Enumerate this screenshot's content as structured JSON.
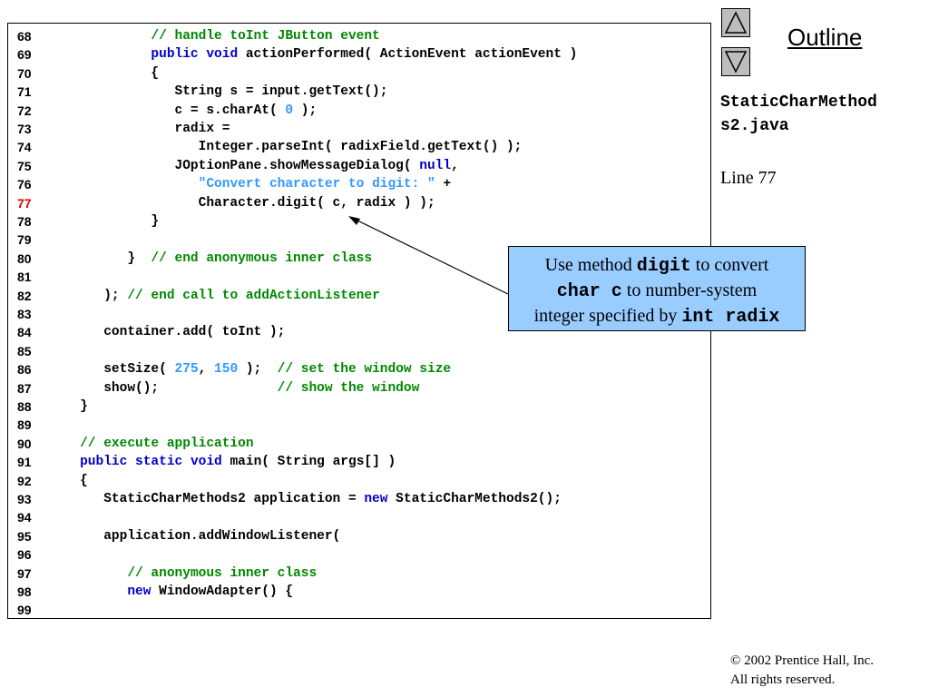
{
  "outline_label": "Outline",
  "file_name_line1": "StaticCharMethod",
  "file_name_line2": "s2.java",
  "line_ref": "Line 77",
  "highlight_line": "77",
  "callout": {
    "p1": "Use method ",
    "digit": "digit",
    "p2": " to convert",
    "char_c": "char c",
    "p3": " to number-system",
    "p4": "integer specified by ",
    "int_radix": "int radix"
  },
  "copyright": {
    "symbol": "©",
    "line1": " 2002 Prentice Hall, Inc.",
    "line2": "All rights reserved."
  },
  "nav": {
    "up_icon": "up-triangle-icon",
    "down_icon": "down-triangle-icon"
  },
  "colors": {
    "keyword": "#0000cc",
    "comment": "#008800",
    "literal": "#3399ff",
    "highlight_line_number": "#e00000",
    "callout_bg": "#99ccff",
    "nav_button_bg": "#bdbdbd"
  },
  "code_lines": [
    {
      "num": "68",
      "tokens": [
        {
          "t": "            "
        },
        {
          "t": "// handle toInt JButton event",
          "c": "comment"
        }
      ]
    },
    {
      "num": "69",
      "tokens": [
        {
          "t": "            "
        },
        {
          "t": "public",
          "c": "kw"
        },
        {
          "t": " "
        },
        {
          "t": "void",
          "c": "kw"
        },
        {
          "t": " actionPerformed( ActionEvent actionEvent )"
        }
      ]
    },
    {
      "num": "70",
      "tokens": [
        {
          "t": "            {"
        }
      ]
    },
    {
      "num": "71",
      "tokens": [
        {
          "t": "               String s = input.getText();"
        }
      ]
    },
    {
      "num": "72",
      "tokens": [
        {
          "t": "               c = s.charAt( "
        },
        {
          "t": "0",
          "c": "num"
        },
        {
          "t": " );"
        }
      ]
    },
    {
      "num": "73",
      "tokens": [
        {
          "t": "               radix ="
        }
      ]
    },
    {
      "num": "74",
      "tokens": [
        {
          "t": "                  Integer.parseInt( radixField.getText() );"
        }
      ]
    },
    {
      "num": "75",
      "tokens": [
        {
          "t": "               JOptionPane.showMessageDialog( "
        },
        {
          "t": "null",
          "c": "kw"
        },
        {
          "t": ","
        }
      ]
    },
    {
      "num": "76",
      "tokens": [
        {
          "t": "                  "
        },
        {
          "t": "\"Convert character to digit: \"",
          "c": "str"
        },
        {
          "t": " +"
        }
      ]
    },
    {
      "num": "77",
      "tokens": [
        {
          "t": "                  Character.digit( c, radix ) );"
        }
      ]
    },
    {
      "num": "78",
      "tokens": [
        {
          "t": "            }"
        }
      ]
    },
    {
      "num": "79",
      "tokens": []
    },
    {
      "num": "80",
      "tokens": [
        {
          "t": "         }  "
        },
        {
          "t": "// end anonymous inner class",
          "c": "comment"
        }
      ]
    },
    {
      "num": "81",
      "tokens": []
    },
    {
      "num": "82",
      "tokens": [
        {
          "t": "      ); "
        },
        {
          "t": "// end call to addActionListener",
          "c": "comment"
        }
      ]
    },
    {
      "num": "83",
      "tokens": []
    },
    {
      "num": "84",
      "tokens": [
        {
          "t": "      container.add( toInt );"
        }
      ]
    },
    {
      "num": "85",
      "tokens": []
    },
    {
      "num": "86",
      "tokens": [
        {
          "t": "      setSize( "
        },
        {
          "t": "275",
          "c": "num"
        },
        {
          "t": ", "
        },
        {
          "t": "150",
          "c": "num"
        },
        {
          "t": " );  "
        },
        {
          "t": "// set the window size",
          "c": "comment"
        }
      ]
    },
    {
      "num": "87",
      "tokens": [
        {
          "t": "      show();               "
        },
        {
          "t": "// show the window",
          "c": "comment"
        }
      ]
    },
    {
      "num": "88",
      "tokens": [
        {
          "t": "   }"
        }
      ]
    },
    {
      "num": "89",
      "tokens": []
    },
    {
      "num": "90",
      "tokens": [
        {
          "t": "   "
        },
        {
          "t": "// execute application",
          "c": "comment"
        }
      ]
    },
    {
      "num": "91",
      "tokens": [
        {
          "t": "   "
        },
        {
          "t": "public",
          "c": "kw"
        },
        {
          "t": " "
        },
        {
          "t": "static",
          "c": "kw"
        },
        {
          "t": " "
        },
        {
          "t": "void",
          "c": "kw"
        },
        {
          "t": " main( String args[] )"
        }
      ]
    },
    {
      "num": "92",
      "tokens": [
        {
          "t": "   {"
        }
      ]
    },
    {
      "num": "93",
      "tokens": [
        {
          "t": "      StaticCharMethods2 application = "
        },
        {
          "t": "new",
          "c": "kw"
        },
        {
          "t": " StaticCharMethods2();"
        }
      ]
    },
    {
      "num": "94",
      "tokens": []
    },
    {
      "num": "95",
      "tokens": [
        {
          "t": "      application.addWindowListener("
        }
      ]
    },
    {
      "num": "96",
      "tokens": []
    },
    {
      "num": "97",
      "tokens": [
        {
          "t": "         "
        },
        {
          "t": "// anonymous inner class",
          "c": "comment"
        }
      ]
    },
    {
      "num": "98",
      "tokens": [
        {
          "t": "         "
        },
        {
          "t": "new",
          "c": "kw"
        },
        {
          "t": " WindowAdapter() {"
        }
      ]
    },
    {
      "num": "99",
      "tokens": []
    }
  ]
}
